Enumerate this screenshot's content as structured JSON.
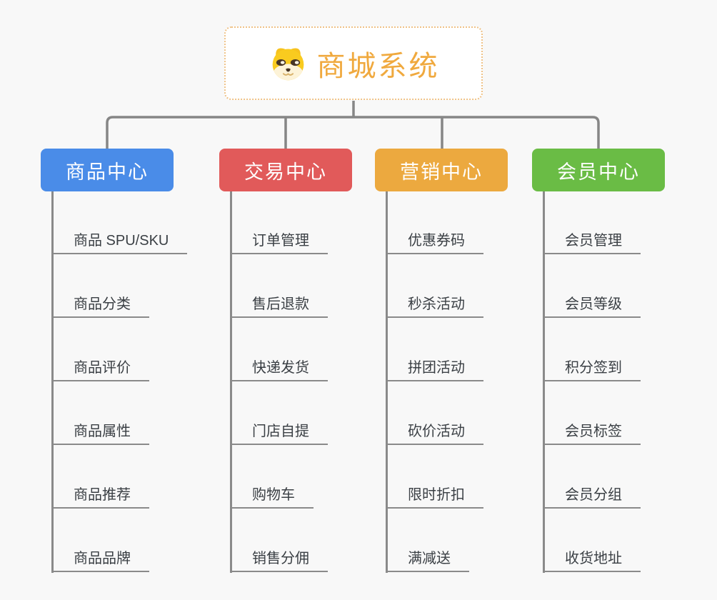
{
  "app": {
    "background_color": "#f8f8f8",
    "connector_color": "#868686",
    "underline_color": "#8a8a8a"
  },
  "root": {
    "title": "商城系统",
    "icon": "dog-icon",
    "text_color": "#f0a93e",
    "border_color": "#efc287"
  },
  "branches": [
    {
      "label": "商品中心",
      "color": "#4a8ce8",
      "items": [
        "商品 SPU/SKU",
        "商品分类",
        "商品评价",
        "商品属性",
        "商品推荐",
        "商品品牌"
      ]
    },
    {
      "label": "交易中心",
      "color": "#e15a5a",
      "items": [
        "订单管理",
        "售后退款",
        "快递发货",
        "门店自提",
        "购物车",
        "销售分佣"
      ]
    },
    {
      "label": "营销中心",
      "color": "#eca93f",
      "items": [
        "优惠券码",
        "秒杀活动",
        "拼团活动",
        "砍价活动",
        "限时折扣",
        "满减送"
      ]
    },
    {
      "label": "会员中心",
      "color": "#6abc45",
      "items": [
        "会员管理",
        "会员等级",
        "积分签到",
        "会员标签",
        "会员分组",
        "收货地址"
      ]
    }
  ]
}
